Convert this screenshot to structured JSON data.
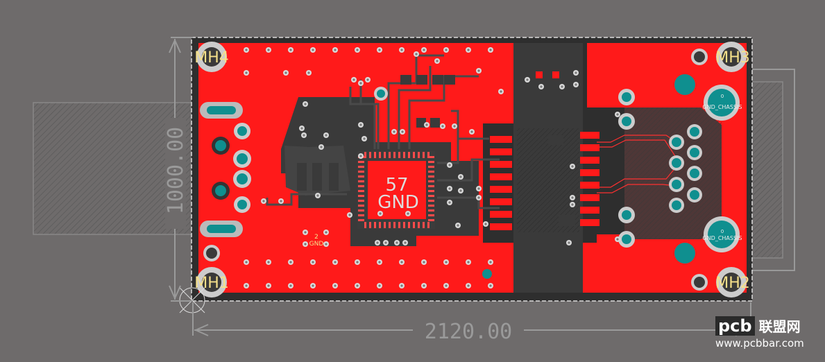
{
  "dimensions": {
    "width": "2120.00",
    "height": "1000.00"
  },
  "mounting_holes": [
    "MH4",
    "MH3",
    "MH1",
    "MH2"
  ],
  "chip": {
    "pin_count": "57",
    "net": "GND"
  },
  "small_labels": {
    "chassis_top": "GND_CHASSIS",
    "chassis_bottom": "GND_CHASSIS",
    "zero_top": "0",
    "zero_bottom": "0",
    "gnd_small": "GND",
    "two_small": "2"
  },
  "colors": {
    "background": "#6e6b6b",
    "copper_top": "#ff1a1a",
    "copper_dark": "#3a3a3a",
    "pad_teal": "#0f8f8f",
    "silk_yellow": "#f5e08a",
    "dimension_line": "#9a9a9a"
  },
  "watermark": {
    "brand": "pcb",
    "name": "联盟网",
    "url": "www.pcbbar.com"
  }
}
